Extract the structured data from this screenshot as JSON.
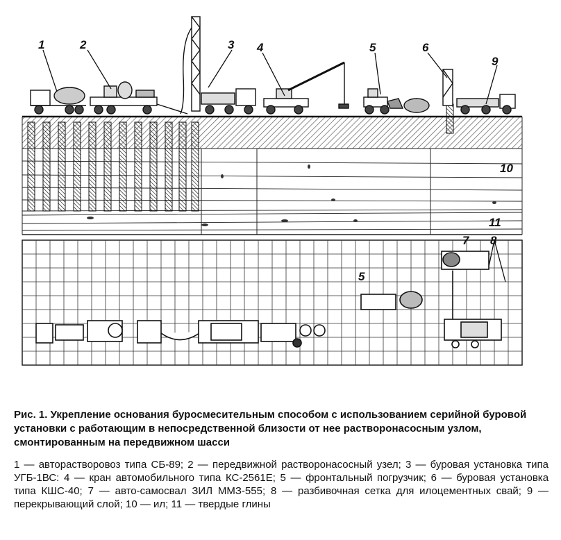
{
  "figure": {
    "callouts": [
      "1",
      "2",
      "3",
      "4",
      "5",
      "6",
      "9",
      "10",
      "11",
      "7",
      "8",
      "5"
    ]
  },
  "caption": "Рис. 1. Укрепление основания буросмесительным способом с использованием серийной буровой установки с работающим в непосредственной близости от нее растворонасосным узлом, смонтированным на передвижном шасси",
  "legend": [
    "1 — авторастворовоз типа СБ-89;",
    "2 — передвижной растворонасосный узел;",
    "3 — буровая установка типа УГБ-1ВС:",
    "4 — кран автомобильного типа КС-2561Е;",
    "5 — фронтальный погрузчик;",
    "6 — буровая установка типа КШС-40;",
    "7 — авто-самосвал ЗИЛ ММЗ-555;",
    "8 — разбивочная сетка для илоцементных свай;",
    "9 — перекрывающий слой;",
    "10 — ил;",
    "11 — твердые глины"
  ]
}
